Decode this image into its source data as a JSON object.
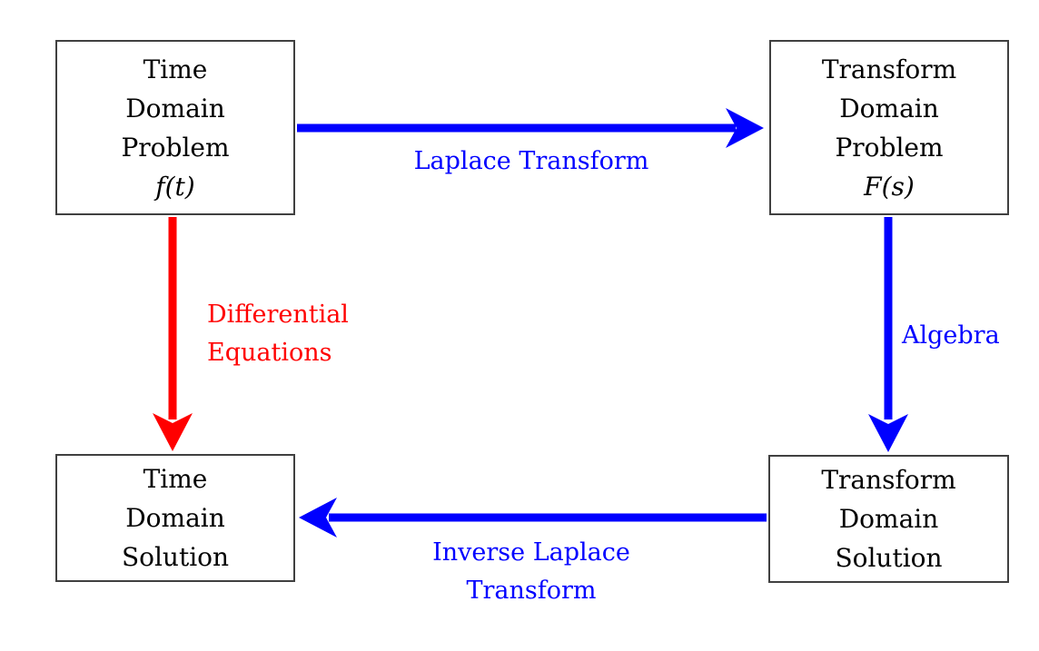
{
  "colors": {
    "arrow_blue": "#0000ff",
    "arrow_red": "#ff0000",
    "box_border": "#404040",
    "text": "#000000",
    "background": "#ffffff"
  },
  "boxes": [
    {
      "id": "time-domain-problem",
      "lines": [
        "Time",
        "Domain",
        "Problem"
      ],
      "math": "f(t)"
    },
    {
      "id": "transform-domain-problem",
      "lines": [
        "Transform",
        "Domain",
        "Problem"
      ],
      "math": "F(s)"
    },
    {
      "id": "time-domain-solution",
      "lines": [
        "Time",
        "Domain",
        "Solution"
      ]
    },
    {
      "id": "transform-domain-solution",
      "lines": [
        "Transform",
        "Domain",
        "Solution"
      ]
    }
  ],
  "edges": [
    {
      "id": "laplace-transform",
      "label": "Laplace Transform",
      "color": "#0000ff",
      "from": "time-domain-problem",
      "to": "transform-domain-problem",
      "direction": "right"
    },
    {
      "id": "differential-equations",
      "label_line1": "Differential",
      "label_line2": "Equations",
      "color": "#ff0000",
      "from": "time-domain-problem",
      "to": "time-domain-solution",
      "direction": "down"
    },
    {
      "id": "algebra",
      "label": "Algebra",
      "color": "#0000ff",
      "from": "transform-domain-problem",
      "to": "transform-domain-solution",
      "direction": "down"
    },
    {
      "id": "inverse-laplace-transform",
      "label_line1": "Inverse Laplace",
      "label_line2": "Transform",
      "color": "#0000ff",
      "from": "transform-domain-solution",
      "to": "time-domain-solution",
      "direction": "left"
    }
  ]
}
